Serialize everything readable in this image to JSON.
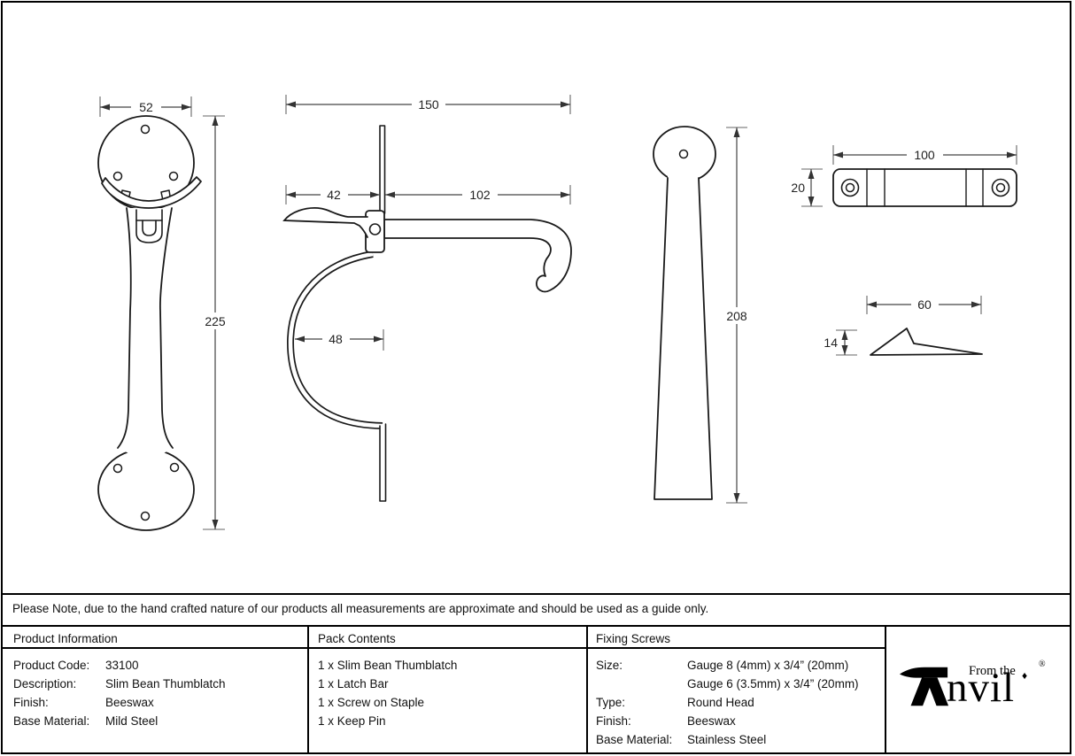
{
  "drawings": {
    "front_view": {
      "width_mm": "52",
      "height_mm": "225"
    },
    "side_view": {
      "length_mm": "150",
      "thumb_mm": "42",
      "bar_mm": "102",
      "bow_mm": "48"
    },
    "latch_bar": {
      "length_mm": "208"
    },
    "staple": {
      "length_mm": "100",
      "height_mm": "20"
    },
    "keep_pin": {
      "length_mm": "60",
      "height_mm": "14"
    }
  },
  "note": "Please Note, due to the hand crafted nature of our products all measurements are approximate and should be used as a guide only.",
  "table": {
    "product_information": {
      "header": "Product Information",
      "rows": [
        {
          "label": "Product Code:",
          "value": "33100"
        },
        {
          "label": "Description:",
          "value": "Slim Bean Thumblatch"
        },
        {
          "label": "Finish:",
          "value": "Beeswax"
        },
        {
          "label": "Base Material:",
          "value": "Mild Steel"
        }
      ]
    },
    "pack_contents": {
      "header": "Pack Contents",
      "items": [
        "1 x Slim Bean Thumblatch",
        "1 x Latch Bar",
        "1 x Screw on Staple",
        "1 x Keep Pin"
      ]
    },
    "fixing_screws": {
      "header": "Fixing Screws",
      "rows": [
        {
          "label": "Size:",
          "value": "Gauge 8 (4mm) x 3/4” (20mm)"
        },
        {
          "label": "",
          "value": "Gauge 6 (3.5mm) x 3/4” (20mm)"
        },
        {
          "label": "Type:",
          "value": "Round Head"
        },
        {
          "label": "Finish:",
          "value": "Beeswax"
        },
        {
          "label": "Base Material:",
          "value": "Stainless Steel"
        }
      ]
    }
  },
  "logo": {
    "prefix": "From the",
    "brand": "nvil",
    "diamond": "♦",
    "registered": "®"
  }
}
